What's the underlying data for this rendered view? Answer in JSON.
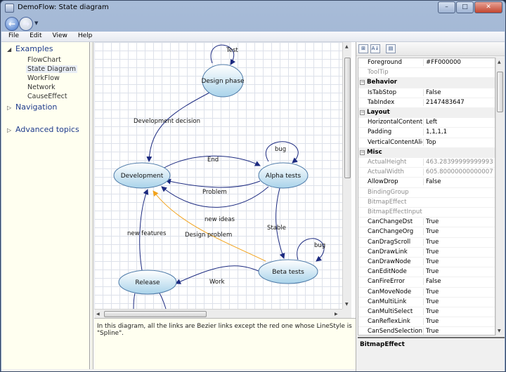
{
  "window": {
    "title": "DemoFlow: State diagram",
    "min_label": "–",
    "max_label": "□",
    "close_label": "✕"
  },
  "nav": {
    "back_label": "←",
    "forward_label": "→",
    "dropdown_label": "▼"
  },
  "menu": {
    "file": "File",
    "edit": "Edit",
    "view": "View",
    "help": "Help"
  },
  "tree": {
    "collapsed_arrow": "▷",
    "expanded_arrow": "◢",
    "examples": "Examples",
    "children": [
      "FlowChart",
      "State Diagram",
      "WorkFlow",
      "Network",
      "CauseEffect"
    ],
    "navigation": "Navigation",
    "advanced": "Advanced topics"
  },
  "diagram": {
    "nodes": {
      "design_phase": "Design phase",
      "development": "Development",
      "alpha_tests": "Alpha tests",
      "beta_tests": "Beta tests",
      "release": "Release"
    },
    "links": {
      "test": "Test",
      "development_decision": "Development decision",
      "end": "End",
      "bug1": "bug",
      "problem": "Problem",
      "new_ideas": "new ideas",
      "design_problem": "Design problem",
      "stable": "Stable",
      "new_features": "new features",
      "bug2": "bug",
      "work": "Work"
    }
  },
  "caption": "In this diagram, all the links are Bezier links except the red one whose LineStyle is \"Spline\".",
  "props": {
    "toolbar": {
      "categorized": "⊞",
      "alpha": "A↓",
      "pages": "▤"
    },
    "expander": "−",
    "rows": [
      {
        "name": "Foreground",
        "value": "#FF000000",
        "type": "prop"
      },
      {
        "name": "ToolTip",
        "value": "",
        "type": "gray"
      },
      {
        "name": "Behavior",
        "value": "",
        "type": "cat"
      },
      {
        "name": "IsTabStop",
        "value": "False",
        "type": "prop"
      },
      {
        "name": "TabIndex",
        "value": "2147483647",
        "type": "prop"
      },
      {
        "name": "Layout",
        "value": "",
        "type": "cat"
      },
      {
        "name": "HorizontalContentA",
        "value": "Left",
        "type": "prop"
      },
      {
        "name": "Padding",
        "value": "1,1,1,1",
        "type": "prop"
      },
      {
        "name": "VerticalContentAlig",
        "value": "Top",
        "type": "prop"
      },
      {
        "name": "Misc",
        "value": "",
        "type": "cat"
      },
      {
        "name": "ActualHeight",
        "value": "463.28399999999993",
        "type": "gray"
      },
      {
        "name": "ActualWidth",
        "value": "605.80000000000007",
        "type": "gray"
      },
      {
        "name": "AllowDrop",
        "value": "False",
        "type": "prop"
      },
      {
        "name": "BindingGroup",
        "value": "",
        "type": "gray"
      },
      {
        "name": "BitmapEffect",
        "value": "",
        "type": "gray"
      },
      {
        "name": "BitmapEffectInput",
        "value": "",
        "type": "gray"
      },
      {
        "name": "CanChangeDst",
        "value": "True",
        "type": "prop"
      },
      {
        "name": "CanChangeOrg",
        "value": "True",
        "type": "prop"
      },
      {
        "name": "CanDragScroll",
        "value": "True",
        "type": "prop"
      },
      {
        "name": "CanDrawLink",
        "value": "True",
        "type": "prop"
      },
      {
        "name": "CanDrawNode",
        "value": "True",
        "type": "prop"
      },
      {
        "name": "CanEditNode",
        "value": "True",
        "type": "prop"
      },
      {
        "name": "CanFireError",
        "value": "False",
        "type": "prop"
      },
      {
        "name": "CanMoveNode",
        "value": "True",
        "type": "prop"
      },
      {
        "name": "CanMultiLink",
        "value": "True",
        "type": "prop"
      },
      {
        "name": "CanMultiSelect",
        "value": "True",
        "type": "prop"
      },
      {
        "name": "CanReflexLink",
        "value": "True",
        "type": "prop"
      },
      {
        "name": "CanSendSelectionC",
        "value": "True",
        "type": "prop"
      }
    ],
    "description_title": "BitmapEffect"
  },
  "colors": {
    "node_stroke": "#4d7aa8",
    "link": "#1c2a80",
    "spline_link": "#f2a21a"
  }
}
